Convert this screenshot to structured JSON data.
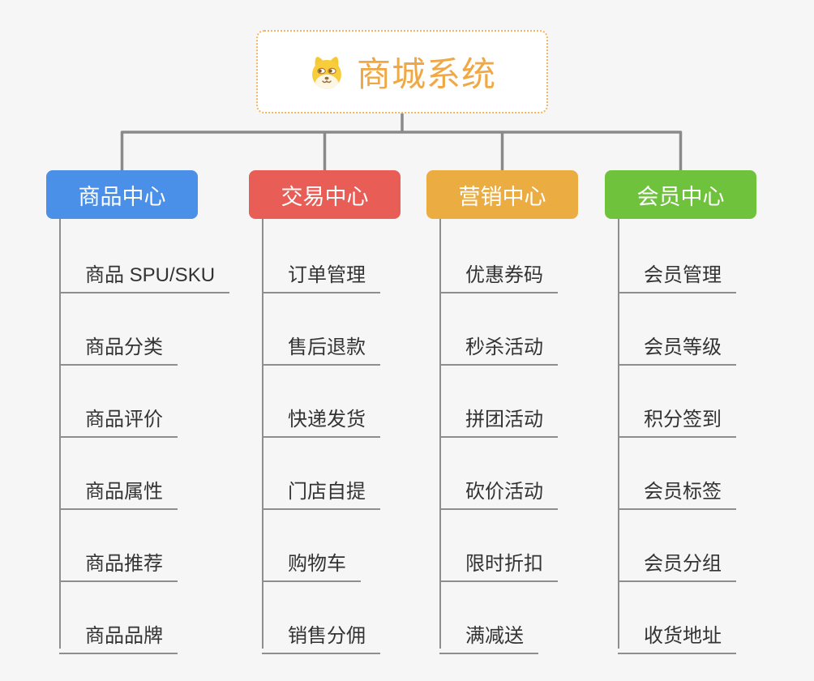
{
  "root": {
    "label": "商城系统",
    "icon": "dog-face-icon"
  },
  "branches": [
    {
      "label": "商品中心",
      "color": "#4A8FE8",
      "items": [
        "商品 SPU/SKU",
        "商品分类",
        "商品评价",
        "商品属性",
        "商品推荐",
        "商品品牌"
      ]
    },
    {
      "label": "交易中心",
      "color": "#E85E56",
      "items": [
        "订单管理",
        "售后退款",
        "快递发货",
        "门店自提",
        "购物车",
        "销售分佣"
      ]
    },
    {
      "label": "营销中心",
      "color": "#EBAC41",
      "items": [
        "优惠券码",
        "秒杀活动",
        "拼团活动",
        "砍价活动",
        "限时折扣",
        "满减送"
      ]
    },
    {
      "label": "会员中心",
      "color": "#6FC23C",
      "items": [
        "会员管理",
        "会员等级",
        "积分签到",
        "会员标签",
        "会员分组",
        "收货地址"
      ]
    }
  ],
  "colors": {
    "background": "#F6F6F6",
    "connector": "#8A8A8A",
    "leaf_line": "#8E8E8E",
    "root_text": "#F0A845",
    "root_border": "#F4B55F",
    "header_text": "#FFFFFF",
    "item_text": "#333333"
  }
}
